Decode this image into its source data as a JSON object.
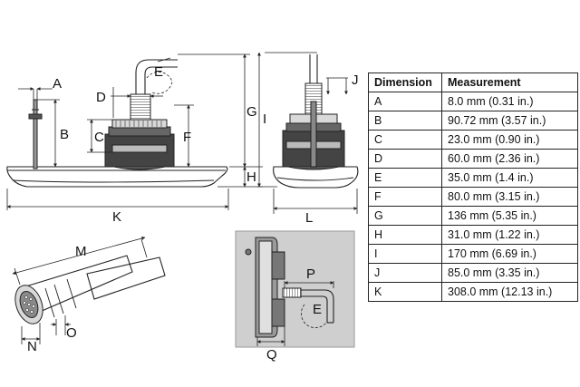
{
  "table": {
    "headers": [
      "Dimension",
      "Measurement"
    ],
    "rows": [
      [
        "A",
        "8.0 mm (0.31 in.)"
      ],
      [
        "B",
        "90.72 mm (3.57 in.)"
      ],
      [
        "C",
        "23.0 mm (0.90 in.)"
      ],
      [
        "D",
        "60.0 mm (2.36 in.)"
      ],
      [
        "E",
        "35.0 mm (1.4 in.)"
      ],
      [
        "F",
        "80.0 mm (3.15 in.)"
      ],
      [
        "G",
        "136 mm (5.35 in.)"
      ],
      [
        "H",
        "31.0 mm (1.22 in.)"
      ],
      [
        "I",
        "170 mm (6.69 in.)"
      ],
      [
        "J",
        "85.0 mm (3.35 in.)"
      ],
      [
        "K",
        "308.0 mm (12.13 in.)"
      ]
    ]
  },
  "labels": {
    "A": "A",
    "B": "B",
    "C": "C",
    "D": "D",
    "E": "E",
    "F": "F",
    "G": "G",
    "H": "H",
    "I": "I",
    "J": "J",
    "K": "K",
    "L": "L",
    "M": "M",
    "N": "N",
    "O": "O",
    "P": "P",
    "Q": "Q"
  }
}
